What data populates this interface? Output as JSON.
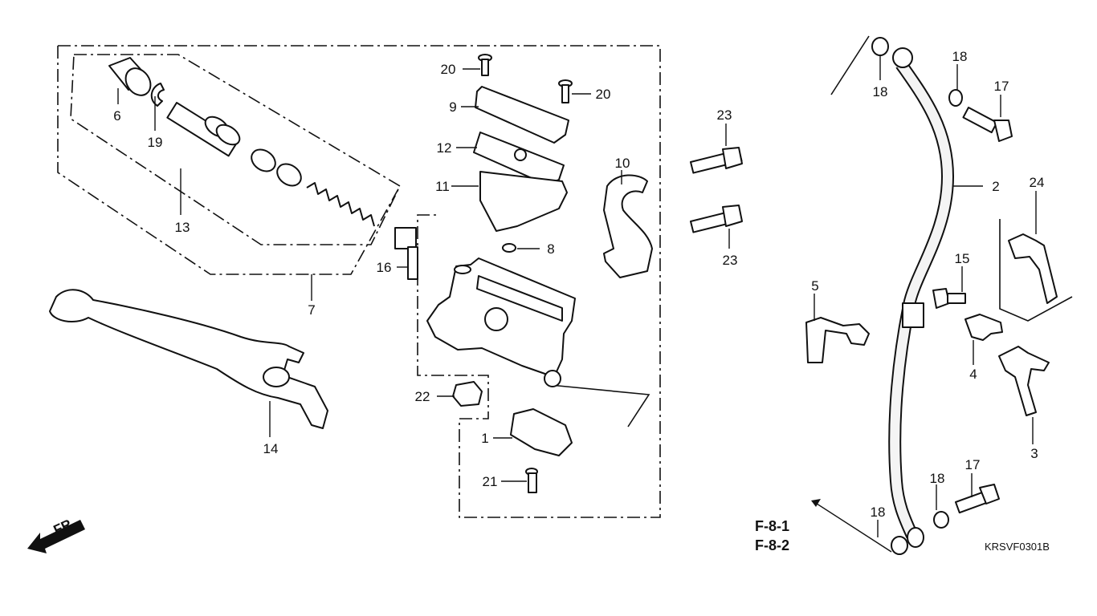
{
  "diagram_code": "KRSVF0301B",
  "front_label": "FR.",
  "refs": [
    "F-8-1",
    "F-8-2"
  ],
  "callouts": [
    {
      "id": "c1",
      "num": "1"
    },
    {
      "id": "c2",
      "num": "2"
    },
    {
      "id": "c3",
      "num": "3"
    },
    {
      "id": "c4",
      "num": "4"
    },
    {
      "id": "c5",
      "num": "5"
    },
    {
      "id": "c6",
      "num": "6"
    },
    {
      "id": "c7",
      "num": "7"
    },
    {
      "id": "c8",
      "num": "8"
    },
    {
      "id": "c9",
      "num": "9"
    },
    {
      "id": "c10",
      "num": "10"
    },
    {
      "id": "c11",
      "num": "11"
    },
    {
      "id": "c12",
      "num": "12"
    },
    {
      "id": "c13",
      "num": "13"
    },
    {
      "id": "c14",
      "num": "14"
    },
    {
      "id": "c15",
      "num": "15"
    },
    {
      "id": "c16",
      "num": "16"
    },
    {
      "id": "c17a",
      "num": "17"
    },
    {
      "id": "c17b",
      "num": "17"
    },
    {
      "id": "c18a",
      "num": "18"
    },
    {
      "id": "c18b",
      "num": "18"
    },
    {
      "id": "c18c",
      "num": "18"
    },
    {
      "id": "c18d",
      "num": "18"
    },
    {
      "id": "c19",
      "num": "19"
    },
    {
      "id": "c20a",
      "num": "20"
    },
    {
      "id": "c20b",
      "num": "20"
    },
    {
      "id": "c21",
      "num": "21"
    },
    {
      "id": "c22",
      "num": "22"
    },
    {
      "id": "c23a",
      "num": "23"
    },
    {
      "id": "c23b",
      "num": "23"
    },
    {
      "id": "c24",
      "num": "24"
    }
  ]
}
